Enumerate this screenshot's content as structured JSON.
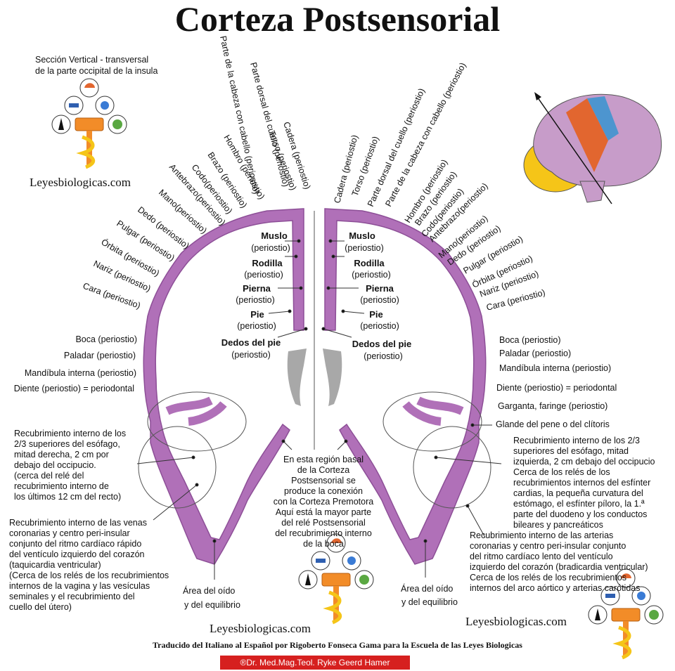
{
  "title": "Corteza Postsensorial",
  "subtitle_line1": "Sección Vertical - transversal",
  "subtitle_line2": "de la parte occipital de la insula",
  "website": "Leyesbiologicas.com",
  "registered": "®",
  "credit": "Traducido del Italiano al Español por Rigoberto Fonseca Gama para la Escuela de las Leyes Biologicas",
  "copyright": "®Dr. Med.Mag.Teol. Ryke Geerd Hamer",
  "colors": {
    "cortex": "#b070b8",
    "cortex_dark": "#8d4f97",
    "ventricle": "#a8a8a8",
    "title": "#000000",
    "copyright_bg": "#d6201f"
  },
  "left_radial_labels": [
    "Parte de la cabeza con cabello (periostio)",
    "Parte dorsal del cuello (periostio)",
    "Cadera (periostio)",
    "Torso (periostio)",
    "Hombro (periostio)",
    "Brazo (periostio)",
    "Codo(periostio)",
    "Antebrazo(periostio)",
    "Mano(periostio)",
    "Dedo (periostio)",
    "Pulgar (periostio)",
    "Órbita (periostio)",
    "Nariz (periostio)",
    "Cara (periostio)"
  ],
  "right_radial_labels": [
    "Cadera (periostio)",
    "Torso (periostio)",
    "Parte dorsal del cuello (periostio)",
    "Parte de la cabeza con cabello (periostio)",
    "Hombro (periostio)",
    "Brazo (periostio)",
    "Codo(periostio)",
    "Antebrazo(periostio)",
    "Mano(periostio)",
    "Dedo (periostio)",
    "Pulgar (periostio)",
    "Órbita (periostio)",
    "Nariz (periostio)",
    "Cara (periostio)"
  ],
  "left_flat_labels": [
    "Boca (periostio)",
    "Paladar (periostio)",
    "Mandíbula interna (periostio)",
    "Diente (periostio) = periodontal"
  ],
  "right_flat_labels": [
    "Boca (periostio)",
    "Paladar (periostio)",
    "Mandíbula interna (periostio)",
    "Diente (periostio) = periodontal",
    "Garganta, faringe (periostio)",
    "Glande del pene o del clítoris"
  ],
  "inner_labels": [
    {
      "name": "Muslo",
      "sub": "(periostio)"
    },
    {
      "name": "Rodilla",
      "sub": "(periostio)"
    },
    {
      "name": "Pierna",
      "sub": "(periostio)"
    },
    {
      "name": "Pie",
      "sub": "(periostio)"
    },
    {
      "name": "Dedos del pie",
      "sub": "(periostio)"
    }
  ],
  "left_esophagus": "Recubrimiento interno de los\n2/3 superiores del esófago,\nmitad derecha, 2 cm por\ndebajo del occipucio.\n(cerca del relé del\nrecubrimiento interno de\nlos últimos 12 cm del recto)",
  "right_esophagus": "Recubrimiento interno de los 2/3\nsuperiores del esófago, mitad\nizquierda, 2 cm debajo del occipucio\nCerca de los relés de los\nrecubrimientos internos del esfínter\ncardias, la pequeña curvatura del\nestómago, el esfínter píloro, la 1.ª\nparte del duodeno y los conductos\nbileares y pancreáticos",
  "left_veins": "Recubrimiento interno de las venas\ncoronarias y centro peri-insular\nconjunto del ritmo cardíaco rápido\ndel ventículo izquierdo del corazón\n(taquicardia ventricular)\n(Cerca de los relés de los recubrimientos\ninternos de la vagina y las vesículas\nseminales y el recubrimiento del\ncuello del útero)",
  "right_arteries": "Recubrimiento interno de las arterias\ncoronarias y centro peri-insular conjunto\ndel ritmo cardíaco lento del ventículo\nizquierdo del corazón (bradicardia ventricular)\nCerca de los relés de los recubrimientos\ninternos del arco aórtico y arterias carótidas",
  "center_note": "En esta región basal\nde la Corteza\nPostsensorial se\nproduce la conexión\ncon la Corteza Premotora\nAquí está la mayor parte\ndel relé Postsensorial\ndel recubrimiento interno\nde la boca",
  "ear_line1": "Área del oído",
  "ear_line2": "y del equilibrio"
}
